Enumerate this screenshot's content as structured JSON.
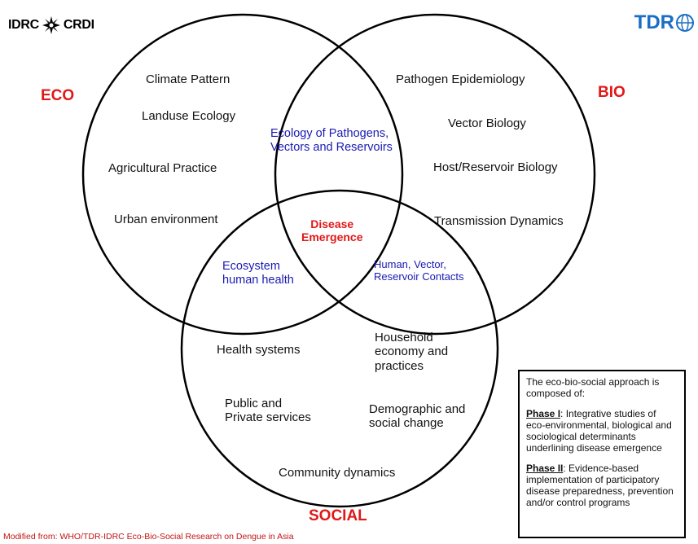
{
  "logos": {
    "idrc_left": "IDRC",
    "idrc_right": "CRDI",
    "tdr": "TDR"
  },
  "circles": {
    "eco_label": "ECO",
    "bio_label": "BIO",
    "social_label": "SOCIAL"
  },
  "eco_items": [
    "Climate Pattern",
    "Landuse Ecology",
    "Agricultural Practice",
    "Urban environment"
  ],
  "bio_items": [
    "Pathogen Epidemiology",
    "Vector Biology",
    "Host/Reservoir Biology",
    "Transmission Dynamics"
  ],
  "social_items": {
    "health_systems": "Health systems",
    "household": [
      "Household",
      "economy and",
      "practices"
    ],
    "public": [
      "Public and",
      "Private services"
    ],
    "demographic": [
      "Demographic and",
      "social change"
    ],
    "community": "Community dynamics"
  },
  "overlaps": {
    "eco_bio": [
      "Ecology of Pathogens,",
      "Vectors and Reservoirs"
    ],
    "eco_social": [
      "Ecosystem",
      "human health"
    ],
    "bio_social": [
      "Human, Vector,",
      "Reservoir Contacts"
    ],
    "center": [
      "Disease",
      "Emergence"
    ]
  },
  "info_box": {
    "intro": "The eco-bio-social approach is composed of:",
    "phase1_label": "Phase I",
    "phase1_text": ": Integrative studies of eco-environmental, biological and sociological determinants underlining disease emergence",
    "phase2_label": "Phase II",
    "phase2_text": ": Evidence-based implementation of participatory disease preparedness, prevention and/or control programs"
  },
  "footer": "Modified from: WHO/TDR-IDRC Eco-Bio-Social Research on Dengue in Asia",
  "colors": {
    "label_red": "#e01818",
    "overlap_blue": "#1a1ab4",
    "tdr_blue": "#1a6fc4"
  }
}
